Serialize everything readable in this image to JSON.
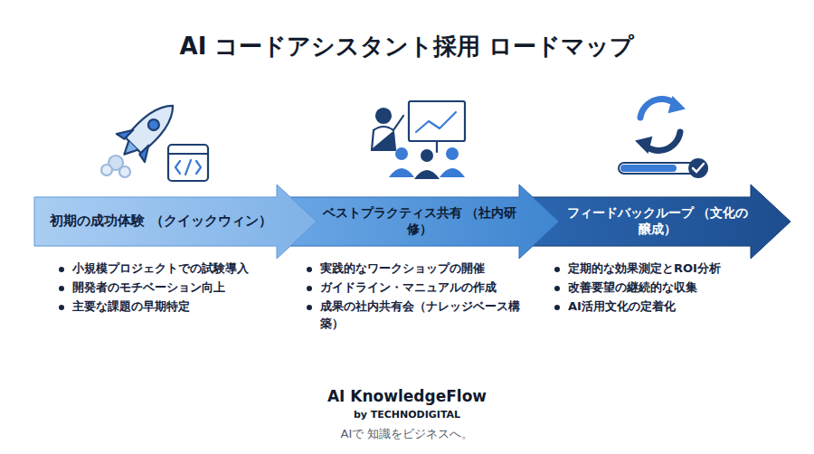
{
  "diagram": {
    "title": "AI コードアシスタント採用 ロードマップ",
    "nodes": [
      {
        "text": [
          "初期の成功体験 （クイックウィン）"
        ]
      },
      {
        "text": [
          "ベストプラクティス共有 （社内研修）"
        ]
      },
      {
        "text": [
          "フィードバックループ （文化の醸成）"
        ]
      }
    ],
    "labels": [
      "小規模プロジェクトでの試験導入",
      "開発者のモチベーション向上",
      "主要な課題の早期特定",
      "実践的なワークショップの開催",
      "ガイドライン・マニュアルの作成",
      "成果の社内共有会（ナレッジベース構築）",
      "定期的な効果測定とROI分析",
      "改善要望の継続的な収集",
      "AI活用文化の定着化",
      "AI KnowledgeFlow",
      "by TECHNODIGITAL",
      "AIで 知識をビジネスへ。"
    ]
  }
}
